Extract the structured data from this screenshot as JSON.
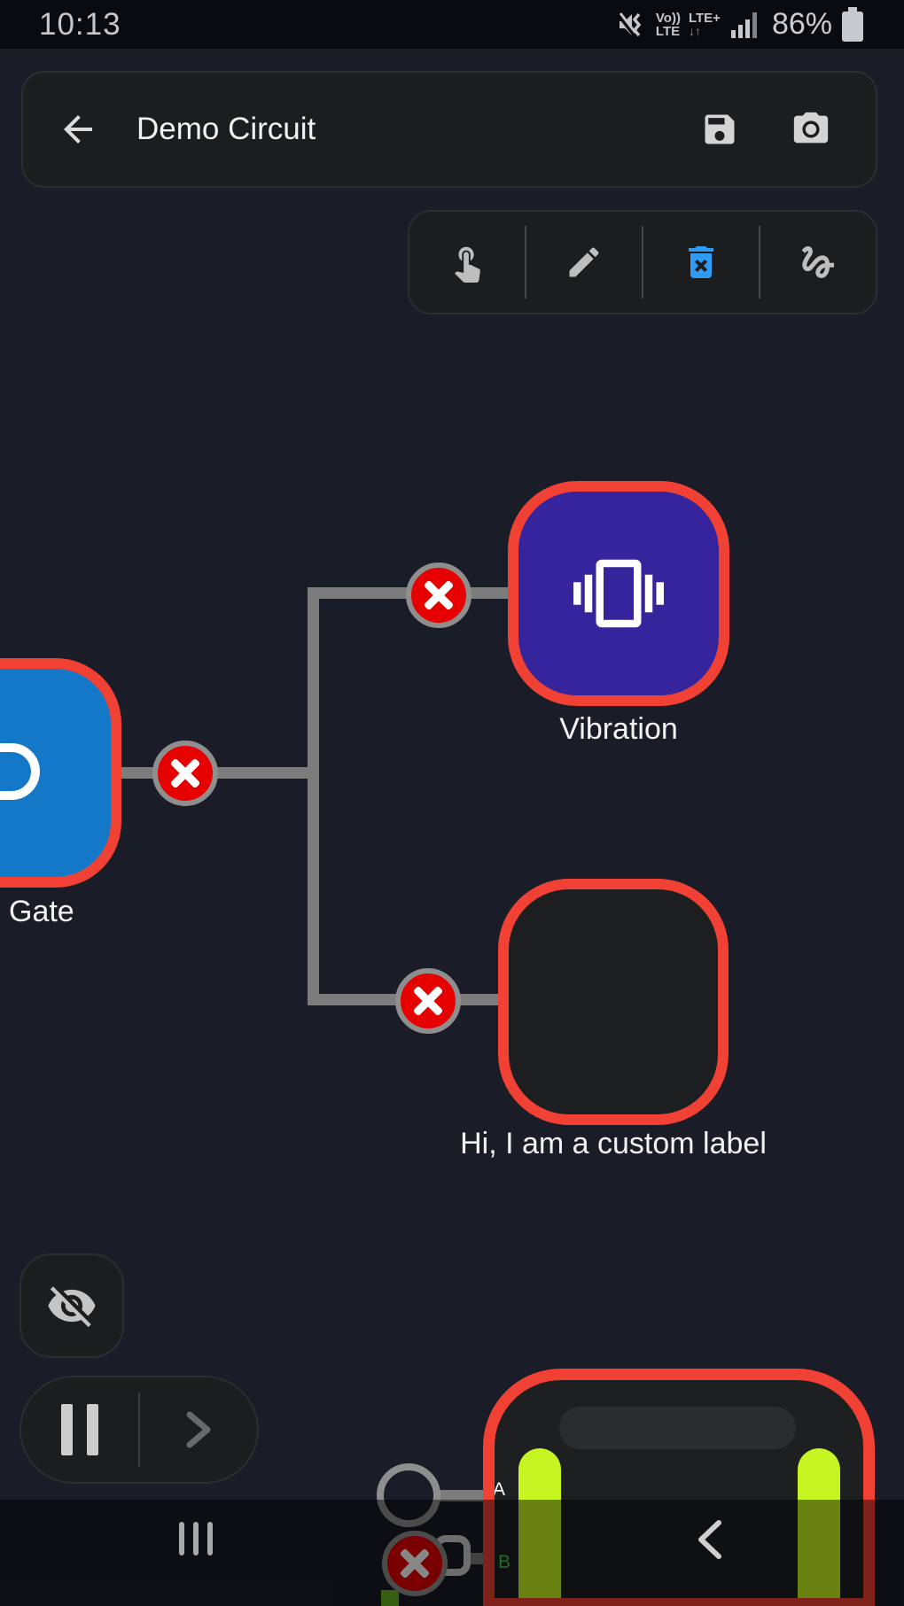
{
  "status_bar": {
    "time": "10:13",
    "volte_line1": "Vo))",
    "volte_line2": "LTE",
    "network_line1": "LTE+",
    "network_line2": "↓↑",
    "battery_percent": "86%"
  },
  "app_bar": {
    "title": "Demo Circuit"
  },
  "toolbar": {
    "tools": [
      {
        "id": "touch-tool",
        "selected": false
      },
      {
        "id": "edit-tool",
        "selected": false
      },
      {
        "id": "delete-tool",
        "selected": true
      },
      {
        "id": "gesture-tool",
        "selected": false
      }
    ],
    "selected_tool_color": "#2F9BF2"
  },
  "canvas": {
    "gate_node": {
      "label": "Gate",
      "fill": "#1378C8"
    },
    "vibration_node": {
      "label": "Vibration",
      "fill": "#35249B"
    },
    "custom_node": {
      "label": "Hi, I am a custom label",
      "fill": "#1D1E20"
    },
    "phone_node": {
      "port_a": "A",
      "port_b": "B",
      "led_color": "#C6F522"
    },
    "node_border_color": "#F04134",
    "connector_color": "#E60000",
    "wire_color": "#7C7C7C"
  },
  "icons": {
    "status": [
      "vibrate-icon",
      "signal-bars-icon",
      "battery-icon"
    ],
    "app_bar": [
      "arrow-back-icon",
      "save-icon",
      "camera-icon"
    ],
    "toolbar": [
      "touch-icon",
      "pencil-icon",
      "trash-x-icon",
      "gesture-icon"
    ],
    "controls": [
      "eye-off-icon",
      "pause-icon",
      "step-chevron-icon"
    ],
    "nav": [
      "recents-icon",
      "back-chevron-icon"
    ]
  }
}
